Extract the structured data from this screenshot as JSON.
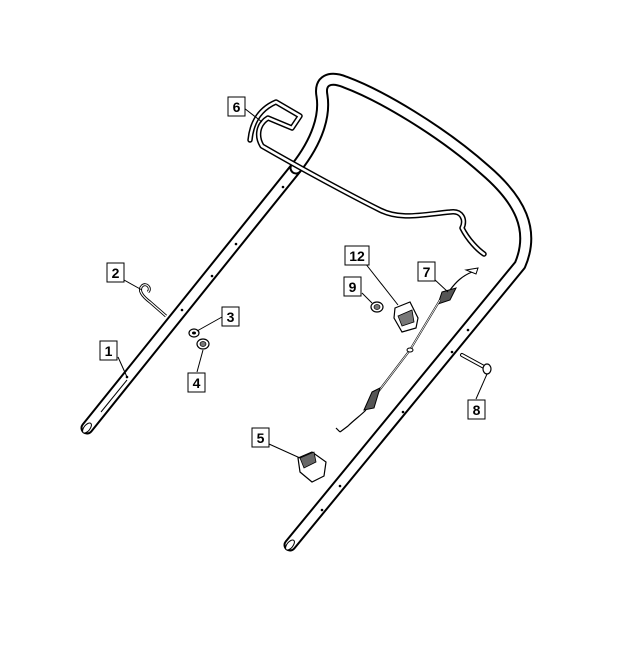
{
  "diagram": {
    "callouts": [
      {
        "id": "1",
        "label": "1"
      },
      {
        "id": "2",
        "label": "2"
      },
      {
        "id": "3",
        "label": "3"
      },
      {
        "id": "4",
        "label": "4"
      },
      {
        "id": "5",
        "label": "5"
      },
      {
        "id": "6",
        "label": "6"
      },
      {
        "id": "7",
        "label": "7"
      },
      {
        "id": "8",
        "label": "8"
      },
      {
        "id": "9",
        "label": "9"
      },
      {
        "id": "12",
        "label": "12"
      }
    ]
  }
}
